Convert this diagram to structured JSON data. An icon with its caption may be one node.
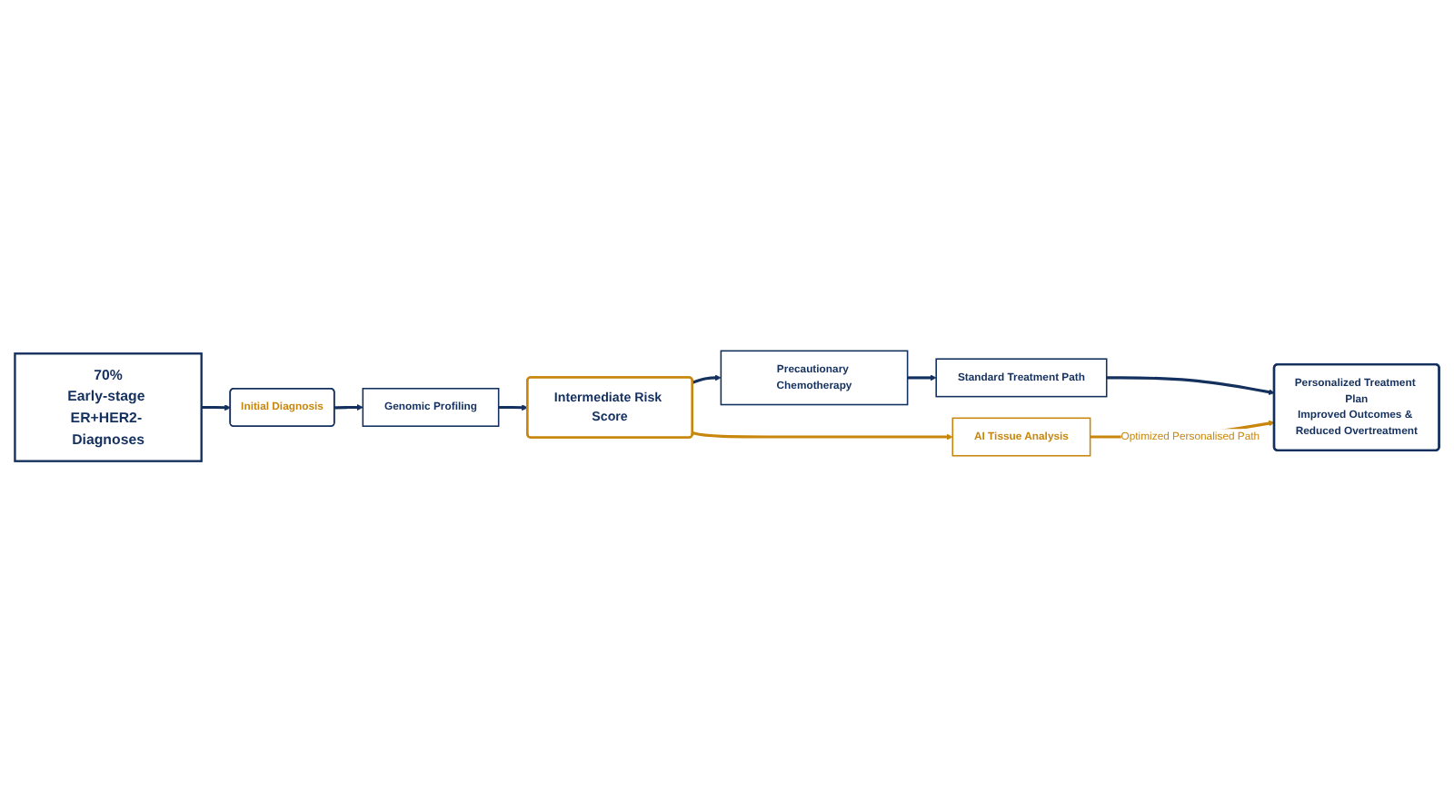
{
  "diagram": {
    "nodes": [
      {
        "text": [
          "70%",
          "Early-stage ER+HER2- Diagnoses"
        ]
      },
      {
        "text": [
          "Initial Diagnosis"
        ]
      },
      {
        "text": [
          "Genomic Profiling"
        ]
      },
      {
        "text": [
          "Intermediate Risk Score"
        ]
      },
      {
        "text": [
          "Precautionary Chemotherapy"
        ]
      },
      {
        "text": [
          "AI Tissue Analysis"
        ]
      },
      {
        "text": [
          "Standard Treatment Path"
        ]
      },
      {
        "text": [
          "Personalized Treatment Plan",
          "Improved Outcomes & Reduced Overtreatment"
        ]
      }
    ],
    "edges": [
      {
        "from": 0,
        "to": 1,
        "arrow": "to"
      },
      {
        "from": 1,
        "to": 2,
        "arrow": "to"
      },
      {
        "from": 2,
        "to": 3,
        "arrow": "to"
      },
      {
        "from": 3,
        "to": 4,
        "arrow": "to"
      },
      {
        "from": 3,
        "to": 5,
        "arrow": "to",
        "color": "#c8860d"
      },
      {
        "from": 4,
        "to": 6,
        "arrow": "to"
      },
      {
        "from": 6,
        "to": 7,
        "arrow": "to"
      },
      {
        "from": 5,
        "to": 7,
        "arrow": "to",
        "label": "Optimized Personalised Path",
        "color": "#c8860d"
      }
    ]
  }
}
